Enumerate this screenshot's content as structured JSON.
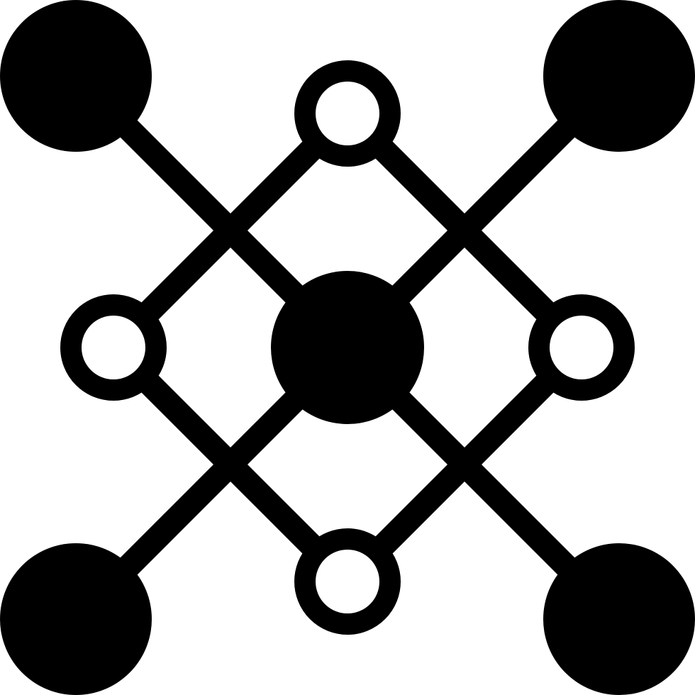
{
  "diagram": {
    "icon": "network-nodes-icon",
    "colors": {
      "ink": "#000000",
      "background": "#ffffff"
    },
    "nodes": [
      {
        "id": "corner-top-left",
        "style": "filled"
      },
      {
        "id": "corner-top-right",
        "style": "filled"
      },
      {
        "id": "corner-bottom-left",
        "style": "filled"
      },
      {
        "id": "corner-bottom-right",
        "style": "filled"
      },
      {
        "id": "center",
        "style": "filled"
      },
      {
        "id": "ring-top",
        "style": "outlined"
      },
      {
        "id": "ring-left",
        "style": "outlined"
      },
      {
        "id": "ring-right",
        "style": "outlined"
      },
      {
        "id": "ring-bottom",
        "style": "outlined"
      }
    ],
    "edges": [
      {
        "from": "corner-top-left",
        "to": "corner-bottom-right"
      },
      {
        "from": "corner-top-right",
        "to": "corner-bottom-left"
      },
      {
        "from": "ring-top",
        "to": "ring-left"
      },
      {
        "from": "ring-top",
        "to": "ring-right"
      },
      {
        "from": "ring-left",
        "to": "ring-bottom"
      },
      {
        "from": "ring-right",
        "to": "ring-bottom"
      }
    ]
  }
}
